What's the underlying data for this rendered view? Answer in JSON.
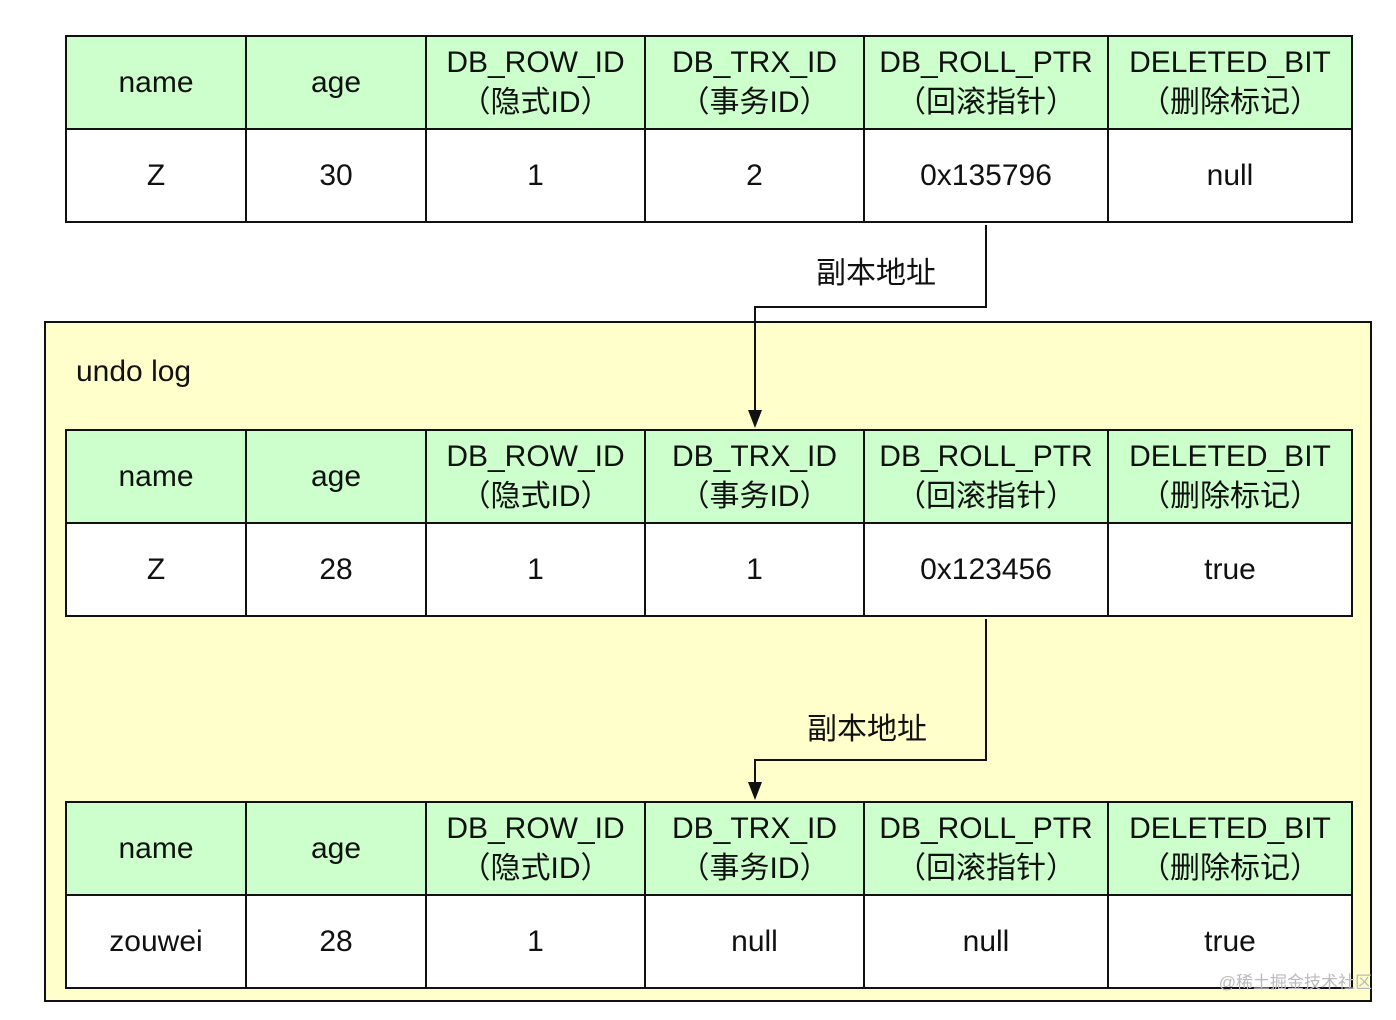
{
  "headers": [
    {
      "line1": "name",
      "line2": ""
    },
    {
      "line1": "age",
      "line2": ""
    },
    {
      "line1": "DB_ROW_ID",
      "line2": "（隐式ID）"
    },
    {
      "line1": "DB_TRX_ID",
      "line2": "（事务ID）"
    },
    {
      "line1": "DB_ROLL_PTR",
      "line2": "（回滚指针）"
    },
    {
      "line1": "DELETED_BIT",
      "line2": "（删除标记）"
    }
  ],
  "current_row": {
    "name": "Z",
    "age": "30",
    "db_row_id": "1",
    "db_trx_id": "2",
    "db_roll_ptr": "0x135796",
    "deleted_bit": "null"
  },
  "undo_log": {
    "label": "undo log",
    "rows": [
      {
        "name": "Z",
        "age": "28",
        "db_row_id": "1",
        "db_trx_id": "1",
        "db_roll_ptr": "0x123456",
        "deleted_bit": "true"
      },
      {
        "name": "zouwei",
        "age": "28",
        "db_row_id": "1",
        "db_trx_id": "null",
        "db_roll_ptr": "null",
        "deleted_bit": "true"
      }
    ]
  },
  "links": [
    {
      "label": "副本地址"
    },
    {
      "label": "副本地址"
    }
  ],
  "watermark": "@稀土掘金技术社区",
  "colors": {
    "header_bg": "#ccffcc",
    "undo_bg": "#ffffcc",
    "border": "#111111"
  }
}
